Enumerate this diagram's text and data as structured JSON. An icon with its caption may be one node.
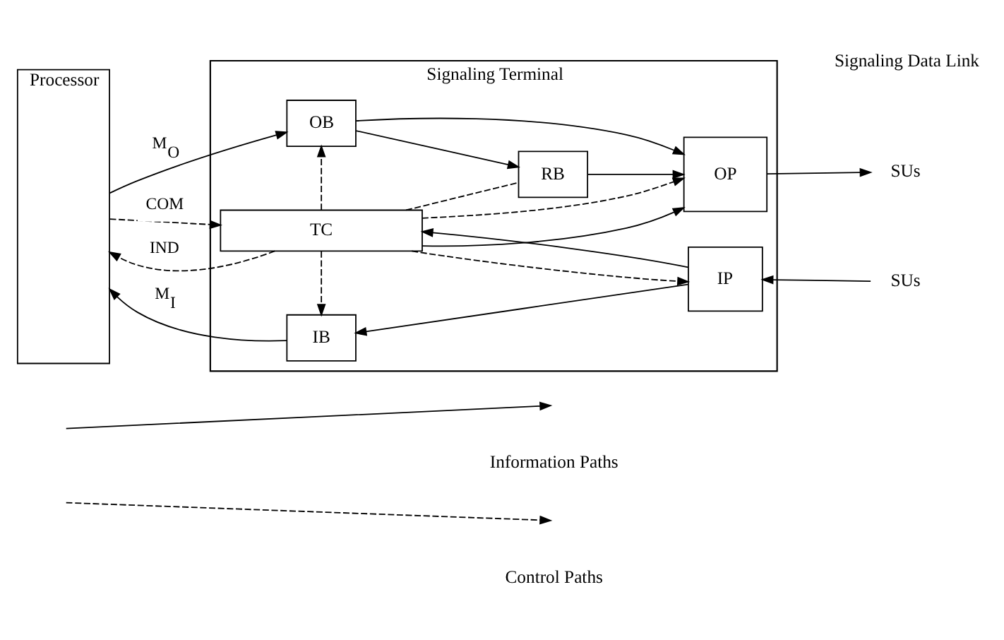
{
  "diagram": {
    "nodes": [
      {
        "text": [
          "Processor"
        ]
      },
      {
        "text": [
          "Signaling Terminal"
        ]
      },
      {
        "text": [
          "OB"
        ],
        "in": 1
      },
      {
        "text": [
          "RB"
        ],
        "in": 1
      },
      {
        "text": [
          "OP"
        ],
        "in": 1
      },
      {
        "text": [
          "TC"
        ],
        "in": 1
      },
      {
        "text": [
          "IB"
        ],
        "in": 1
      },
      {
        "text": [
          "IP"
        ],
        "in": 1
      },
      {
        "text": [
          "SUs"
        ]
      },
      {
        "text": [
          "SUs"
        ]
      }
    ],
    "edges": [
      {
        "from": 0,
        "to": 2,
        "arrow": "to",
        "label": "M$_{O}$"
      },
      {
        "from": 2,
        "to": 4,
        "arrow": "to"
      },
      {
        "from": 2,
        "to": 3,
        "arrow": "to"
      },
      {
        "from": 3,
        "to": 4,
        "arrow": "to"
      },
      {
        "from": 5,
        "to": 4,
        "arrow": "to"
      },
      {
        "from": 4,
        "to": 8,
        "arrow": "to"
      },
      {
        "from": 5,
        "to": 2,
        "arrow": "to",
        "style": "dashed"
      },
      {
        "from": 5,
        "to": 3,
        "arrow": "none",
        "style": "dashed"
      },
      {
        "from": 5,
        "to": 4,
        "arrow": "to",
        "style": "dashed"
      },
      {
        "from": 0,
        "to": 5,
        "arrow": "to",
        "style": "dashed",
        "label": "COM"
      },
      {
        "from": 5,
        "to": 0,
        "arrow": "to",
        "style": "dashed",
        "label": "IND"
      },
      {
        "from": 5,
        "to": 6,
        "arrow": "to",
        "style": "dashed"
      },
      {
        "from": 5,
        "to": 7,
        "arrow": "to",
        "style": "dashed"
      },
      {
        "from": 7,
        "to": 6,
        "arrow": "to"
      },
      {
        "from": 7,
        "to": 5,
        "arrow": "to"
      },
      {
        "from": 6,
        "to": 0,
        "arrow": "to",
        "label": "M$_{I}$"
      },
      {
        "from": 9,
        "to": 7,
        "arrow": "to"
      }
    ],
    "labels": [
      "Signaling Data Link"
    ],
    "legend": [
      {
        "text": "Information Paths"
      },
      {
        "text": "Control Paths"
      }
    ]
  }
}
